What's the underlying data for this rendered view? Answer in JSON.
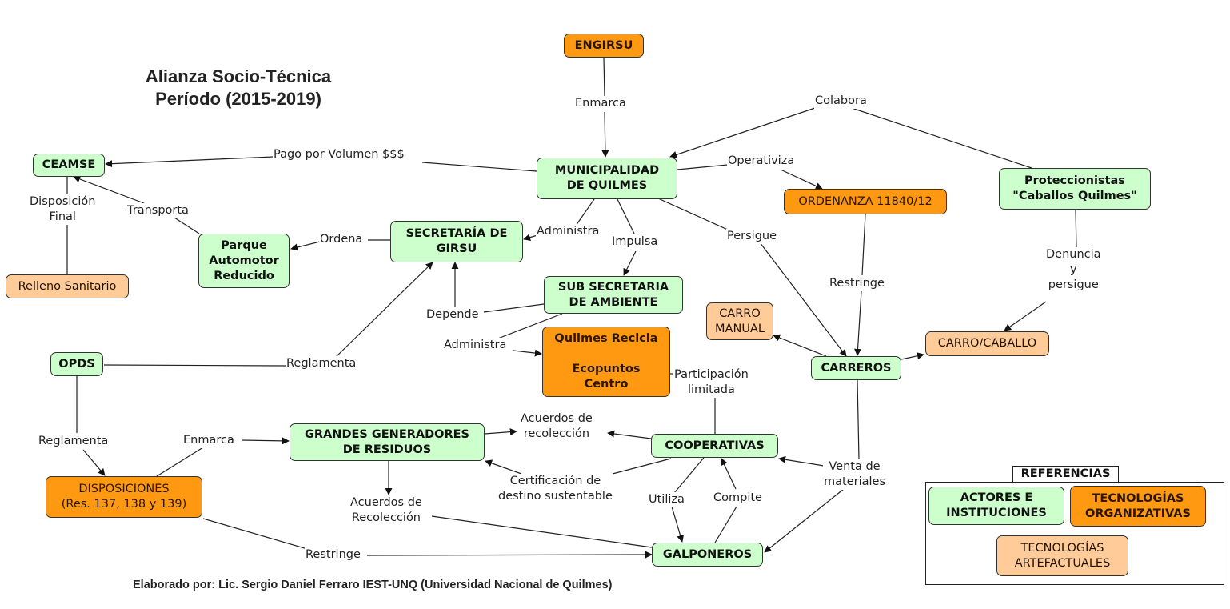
{
  "title": {
    "line1": "Alianza Socio-Técnica",
    "line2": "Período (2015-2019)"
  },
  "footer": "Elaborado por: Lic. Sergio Daniel Ferraro IEST-UNQ (Universidad Nacional de Quilmes)",
  "colors": {
    "actor": "#ccffcc",
    "organizational_tech": "#ff9911",
    "artifactual_tech": "#ffcc99"
  },
  "nodes": {
    "engirsu": "ENGIRSU",
    "ceamse": "CEAMSE",
    "municipalidad": "MUNICIPALIDAD\nDE QUILMES",
    "ordenanza": "ORDENANZA 11840/12",
    "proteccionistas": "Proteccionistas\n\"Caballos Quilmes\"",
    "relleno": "Relleno Sanitario",
    "parque": "Parque\nAutomotor\nReducido",
    "secretaria_girsu": "SECRETARÍA DE\nGIRSU",
    "sub_secretaria": "SUB SECRETARIA\nDE AMBIENTE",
    "quilmes_recicla": "Quilmes Recicla\n\nEcopuntos\nCentro",
    "carro_manual": "CARRO\nMANUAL",
    "carro_caballo": "CARRO/CABALLO",
    "carreros": "CARREROS",
    "opds": "OPDS",
    "grandes_generadores": "GRANDES GENERADORES\nDE RESIDUOS",
    "cooperativas": "COOPERATIVAS",
    "disposiciones": "DISPOSICIONES\n(Res. 137, 138 y 139)",
    "galponeros": "GALPONEROS"
  },
  "links": {
    "enmarca_top": "Enmarca",
    "colabora": "Colabora",
    "pago": "Pago por Volumen $$$",
    "operativiza": "Operativiza",
    "disposicion_final": "Disposición\nFinal",
    "transporta": "Transporta",
    "ordena": "Ordena",
    "administra_girsu": "Administra",
    "impulsa": "Impulsa",
    "persigue": "Persigue",
    "restringe_ord": "Restringe",
    "denuncia": "Denuncia\ny\npersigue",
    "depende": "Depende",
    "administra_qr": "Administra",
    "reglamenta_girsu": "Reglamenta",
    "participacion": "Participación\nlimitada",
    "acuerdos_rec_top": "Acuerdos de\nrecolección",
    "reglamenta_disp": "Reglamenta",
    "enmarca_disp": "Enmarca",
    "certificacion": "Certificación de\ndestino sustentable",
    "acuerdos_rec_bottom": "Acuerdos de\nRecolección",
    "utiliza": "Utiliza",
    "compite": "Compite",
    "venta": "Venta de\nmateriales",
    "restringe_disp": "Restringe"
  },
  "legend": {
    "title": "REFERENCIAS",
    "actors": "ACTORES E\nINSTITUCIONES",
    "org_tech": "TECNOLOGÍAS\nORGANIZATIVAS",
    "art_tech": "TECNOLOGÍAS\nARTEFACTUALES"
  }
}
